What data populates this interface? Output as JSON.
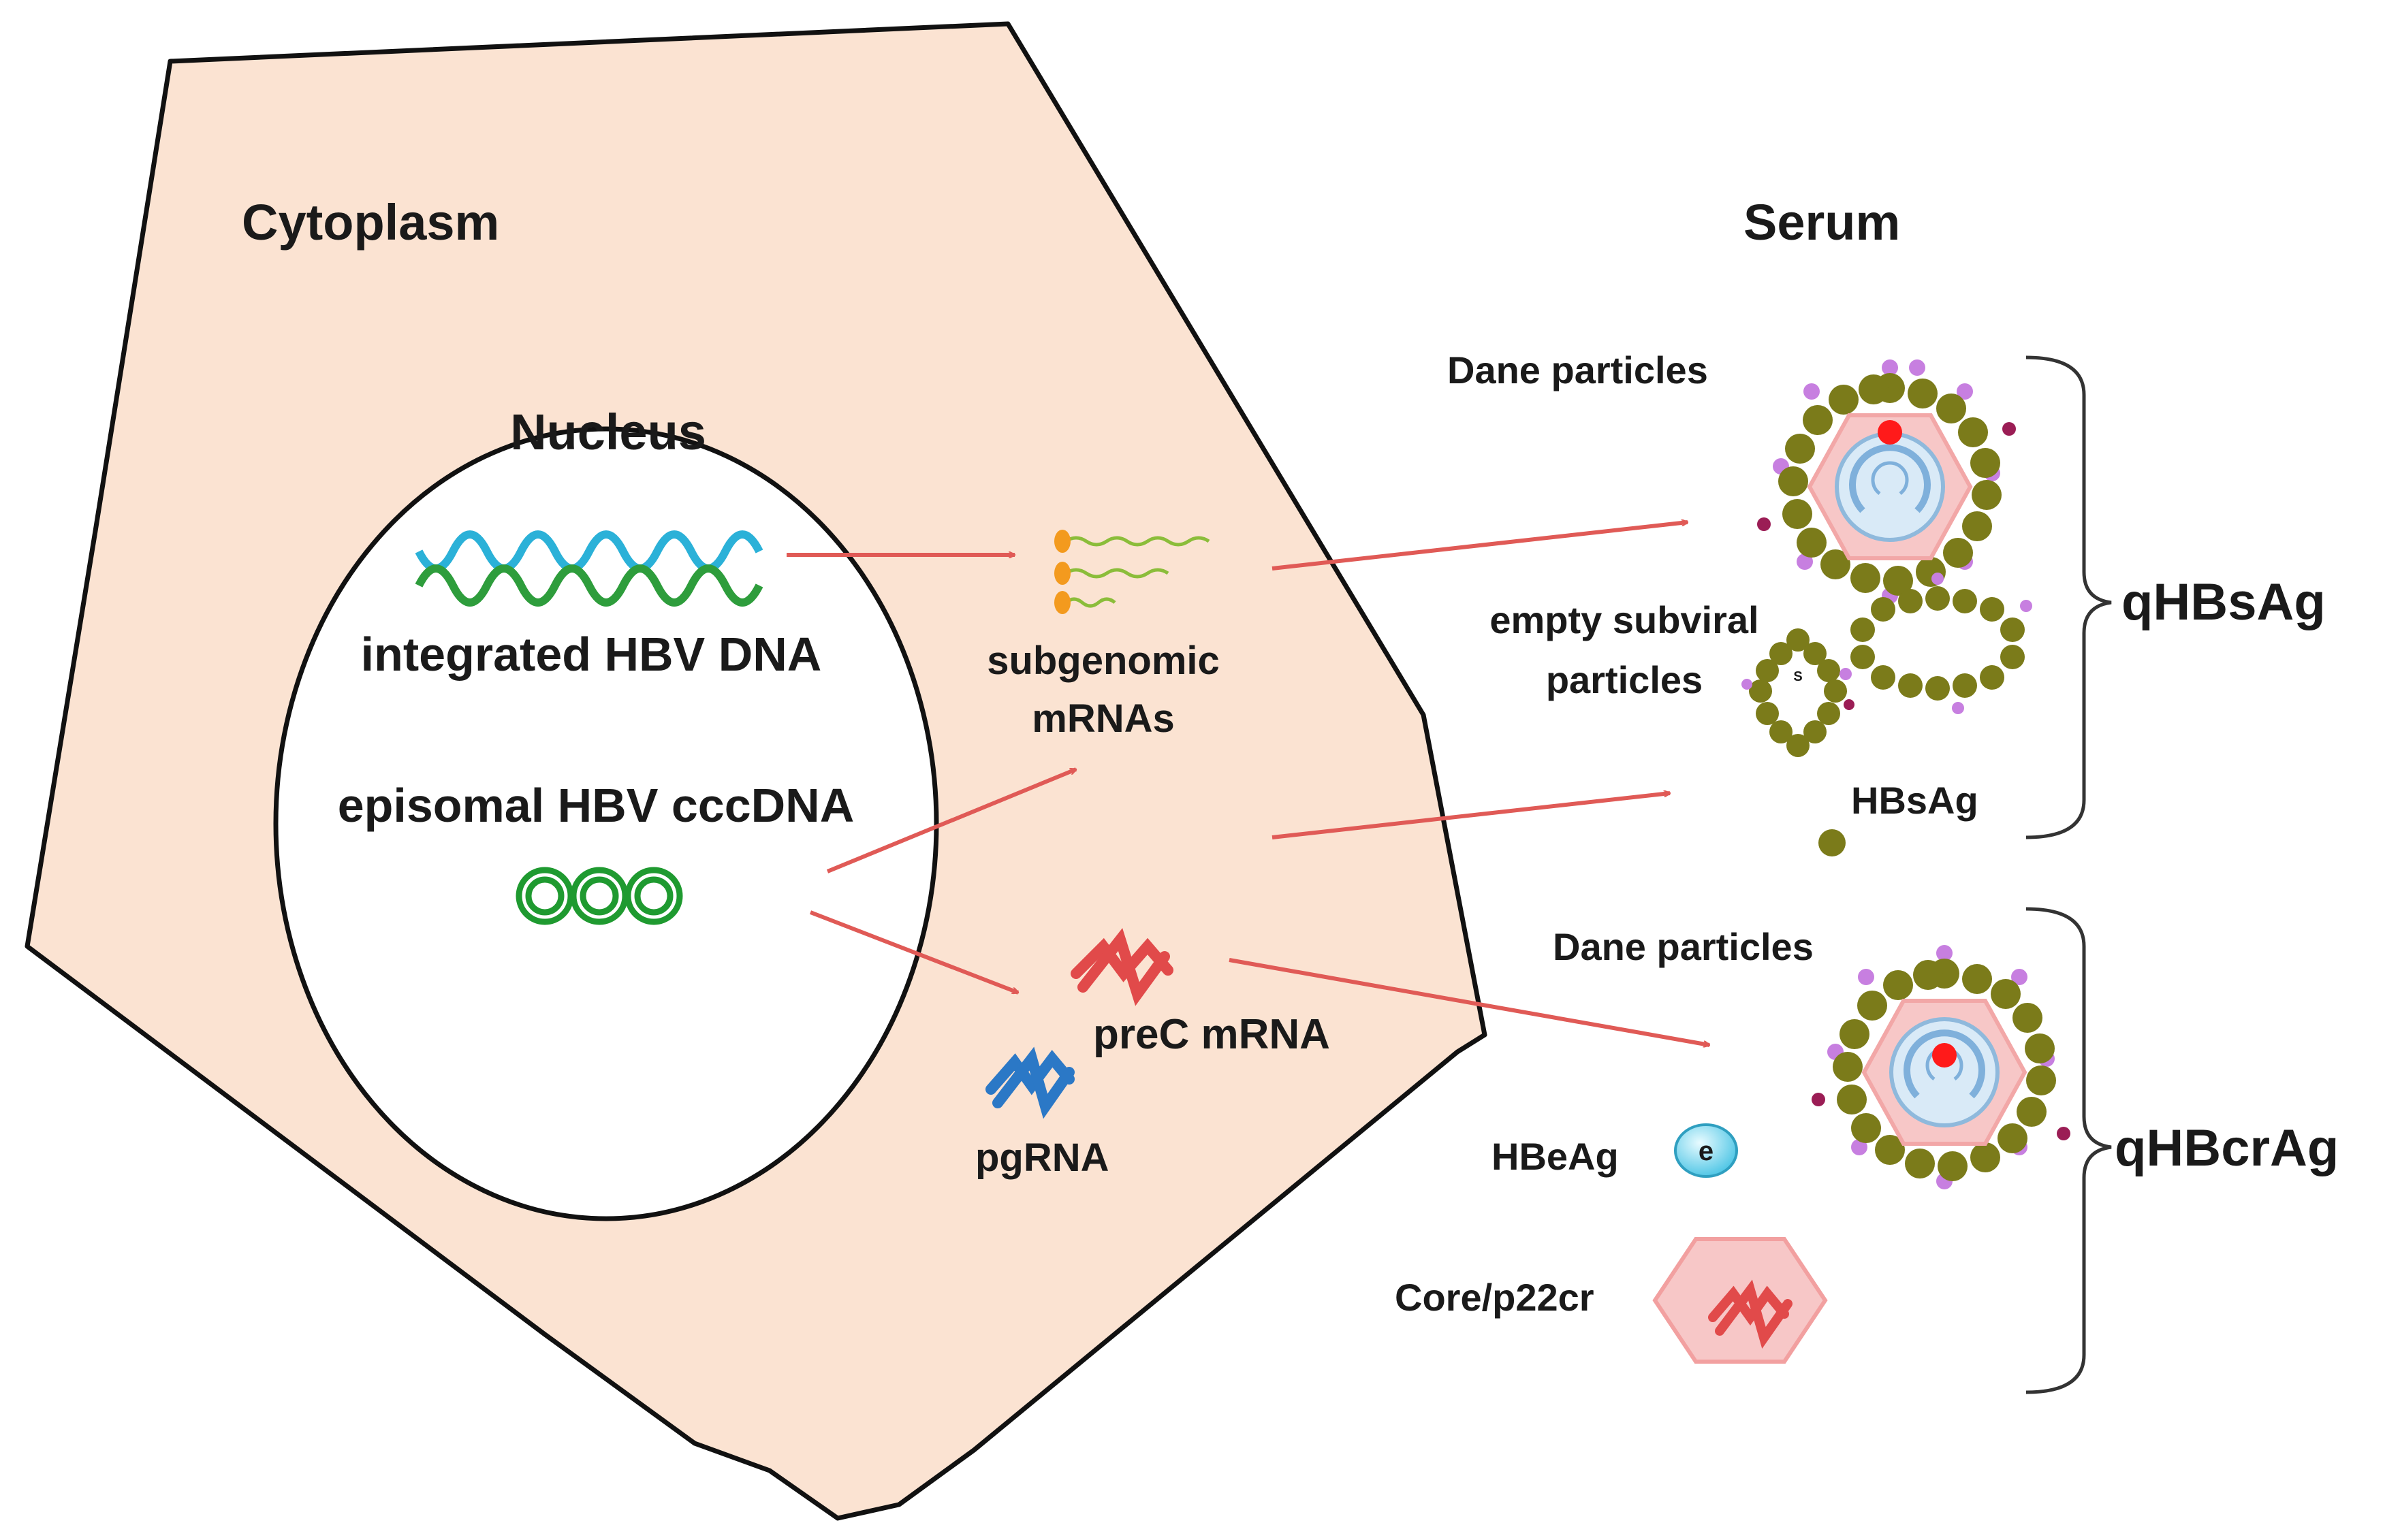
{
  "labels": {
    "cytoplasm": "Cytoplasm",
    "serum": "Serum",
    "nucleus": "Nucleus",
    "integrated_dna": "integrated HBV DNA",
    "episomal_cccdna": "episomal HBV cccDNA",
    "subgenomic_line1": "subgenomic",
    "subgenomic_line2": "mRNAs",
    "prec_mrna": "preC mRNA",
    "pgrna": "pgRNA",
    "dane_particles_top": "Dane particles",
    "empty_subviral_line1": "empty subviral",
    "empty_subviral_line2": "particles",
    "hbsag": "HBsAg",
    "dane_particles_bottom": "Dane particles",
    "hbeag": "HBeAg",
    "hbeag_symbol": "e",
    "core_p22cr": "Core/p22cr",
    "qhbsag": "qHBsAg",
    "qhbcrag": "qHBcrAg",
    "surface_protein_symbol": "S"
  },
  "colors": {
    "cell_fill": "#fbe3d2",
    "arrow": "#e05a56",
    "envelope": "#7b7b1a",
    "capsid": "#f2a7a7",
    "dna_blue": "#2bb1d8",
    "dna_green": "#2e9d3c",
    "pgrna": "#2b78c6",
    "prec": "#e14a4a"
  }
}
